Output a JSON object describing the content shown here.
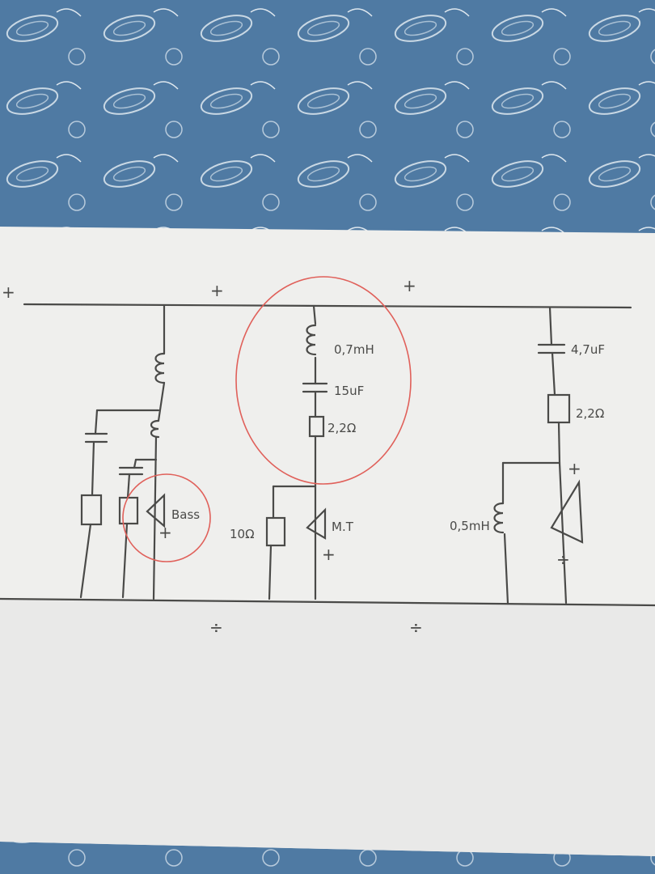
{
  "colors": {
    "fabric": "#4f7aa3",
    "paper": "#efefed",
    "ink": "#4a4a48",
    "red_marker": "#e0605a"
  },
  "labels": {
    "bass_speaker": "Bass",
    "mid_inductor": "0,7mH",
    "mid_capacitor": "15uF",
    "mid_resistor": "2,2Ω",
    "mid_parallel_resistor": "10Ω",
    "mid_speaker": "M.T",
    "tweeter_capacitor": "4,7uF",
    "tweeter_resistor": "2,2Ω",
    "tweeter_inductor": "0,5mH"
  },
  "signs": {
    "plus": "+",
    "minus": "÷"
  }
}
